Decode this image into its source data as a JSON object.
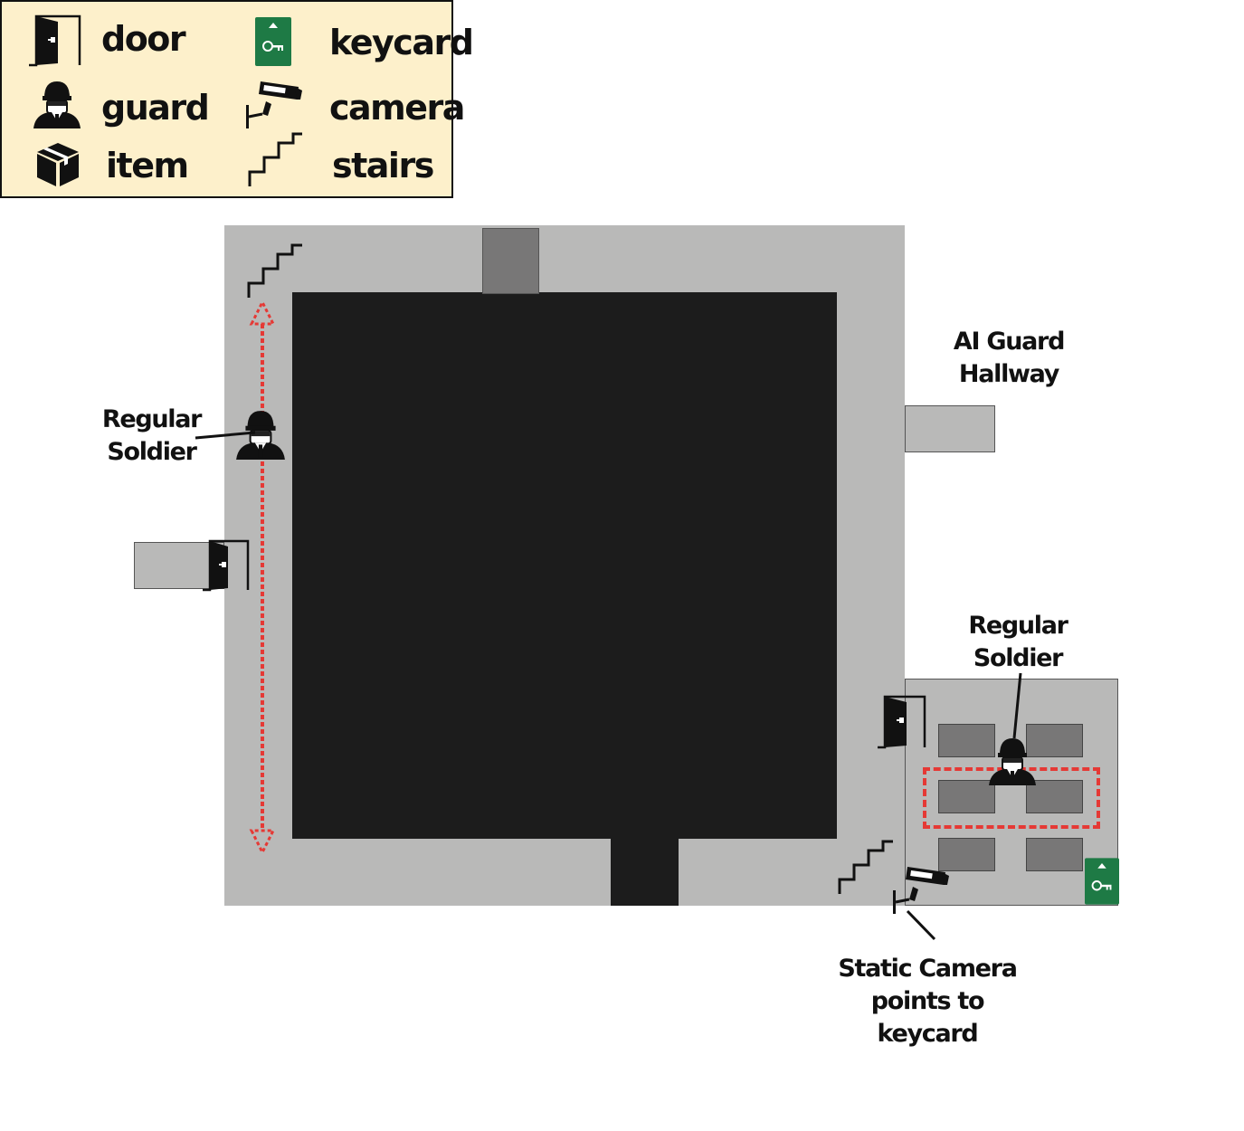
{
  "legend": {
    "door": "door",
    "keycard": "keycard",
    "guard": "guard",
    "camera": "camera",
    "item": "item",
    "stairs": "stairs"
  },
  "labels": {
    "soldier_left": [
      "Regular",
      "Soldier"
    ],
    "ai_hallway": [
      "AI Guard",
      "Hallway"
    ],
    "soldier_right": [
      "Regular",
      "Soldier"
    ],
    "static_camera": [
      "Static Camera",
      "points to keycard"
    ]
  },
  "icons": [
    "door-icon",
    "keycard-icon",
    "guard-icon",
    "camera-icon",
    "item-icon",
    "stairs-icon"
  ],
  "colors": {
    "legend_bg": "#fdf0cb",
    "floor": "#b9b9b8",
    "wall_block": "#1c1c1c",
    "pillar": "#787777",
    "patrol_path": "#e53935",
    "keycard": "#1e7a45"
  }
}
